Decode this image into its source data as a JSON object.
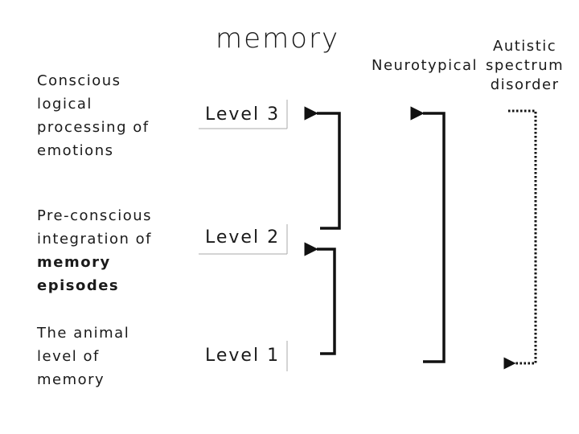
{
  "title": "memory",
  "rows": [
    {
      "description": [
        "Conscious",
        "logical",
        "processing of",
        "emotions"
      ],
      "level": "Level 3"
    },
    {
      "description": [
        "Pre-conscious",
        "integration of"
      ],
      "description_bold": [
        "memory",
        "episodes"
      ],
      "level": "Level 2"
    },
    {
      "description": [
        "The animal",
        "level of",
        "memory"
      ],
      "level": "Level 1"
    }
  ],
  "columns": {
    "neurotypical": "Neurotypical",
    "autistic": [
      "Autistic",
      "spectrum",
      "disorder"
    ]
  }
}
